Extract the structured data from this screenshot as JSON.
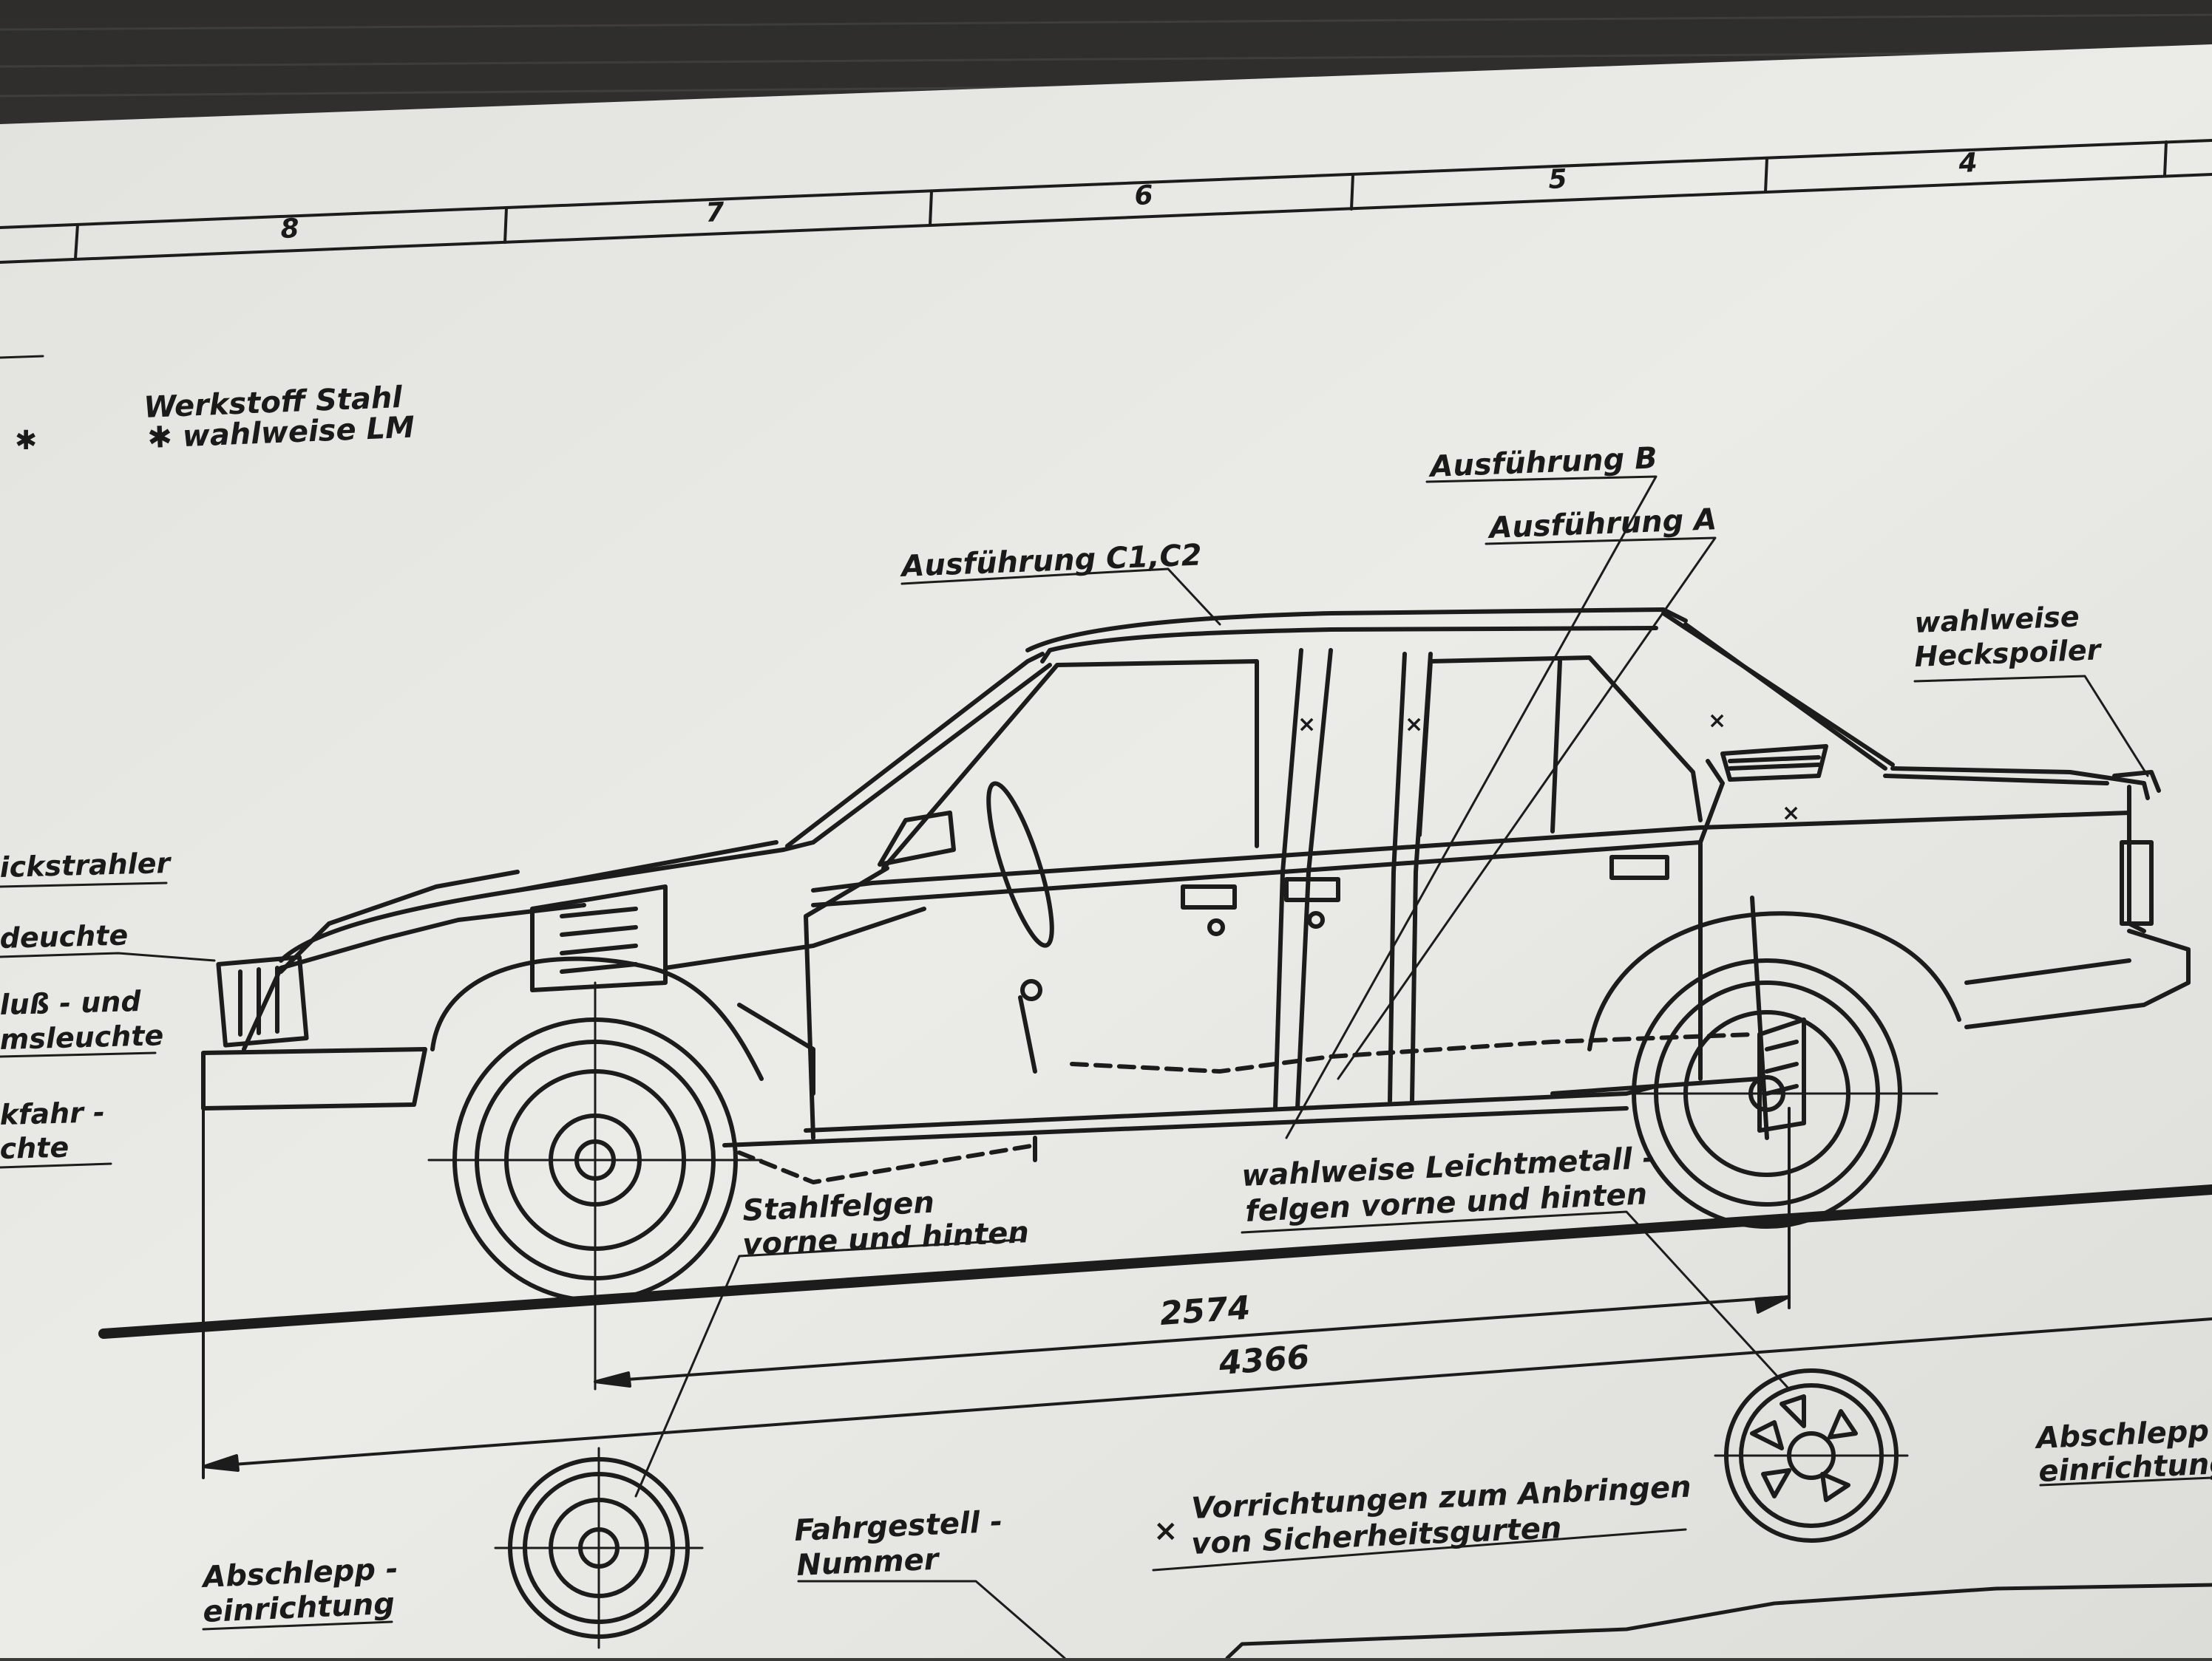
{
  "ruler": {
    "zones": [
      "8",
      "7",
      "6",
      "5",
      "4"
    ]
  },
  "legend": {
    "line1": "Werkstoff  Stahl",
    "line2": "✱ wahlweise  LM",
    "mark": "✱"
  },
  "labels": {
    "ausf_b": "Ausführung  B",
    "ausf_a": "Ausführung  A",
    "ausf_c": "Ausführung  C1,C2",
    "heckspoiler_1": "wahlweise",
    "heckspoiler_2": "Heckspoiler",
    "rueckstrahler": "ickstrahler",
    "leuchte": "deuchte",
    "ablauf_1": "luß - und",
    "ablauf_2": "msleuchte",
    "rueckfahr_1": "kfahr -",
    "rueckfahr_2": "chte",
    "stahlfelgen_1": "Stahlfelgen",
    "stahlfelgen_2": "vorne  und  hinten",
    "lm_1": "wahlweise  Leichtmetall -",
    "lm_2": "felgen  vorne  und  hinten",
    "abschlepp_l1": "Abschlepp -",
    "abschlepp_l2": "einrichtung",
    "fahrgestell_1": "Fahrgestell -",
    "fahrgestell_2": "Nummer",
    "gurte_mark": "⨯",
    "gurte_1": "Vorrichtungen  zum  Anbringen",
    "gurte_2": "von  Sicherheitsgurten",
    "abschlepp_r1": "Abschlepp -",
    "abschlepp_r2": "einrichtung"
  },
  "dimensions": {
    "wheelbase": "2574",
    "length": "4366"
  }
}
